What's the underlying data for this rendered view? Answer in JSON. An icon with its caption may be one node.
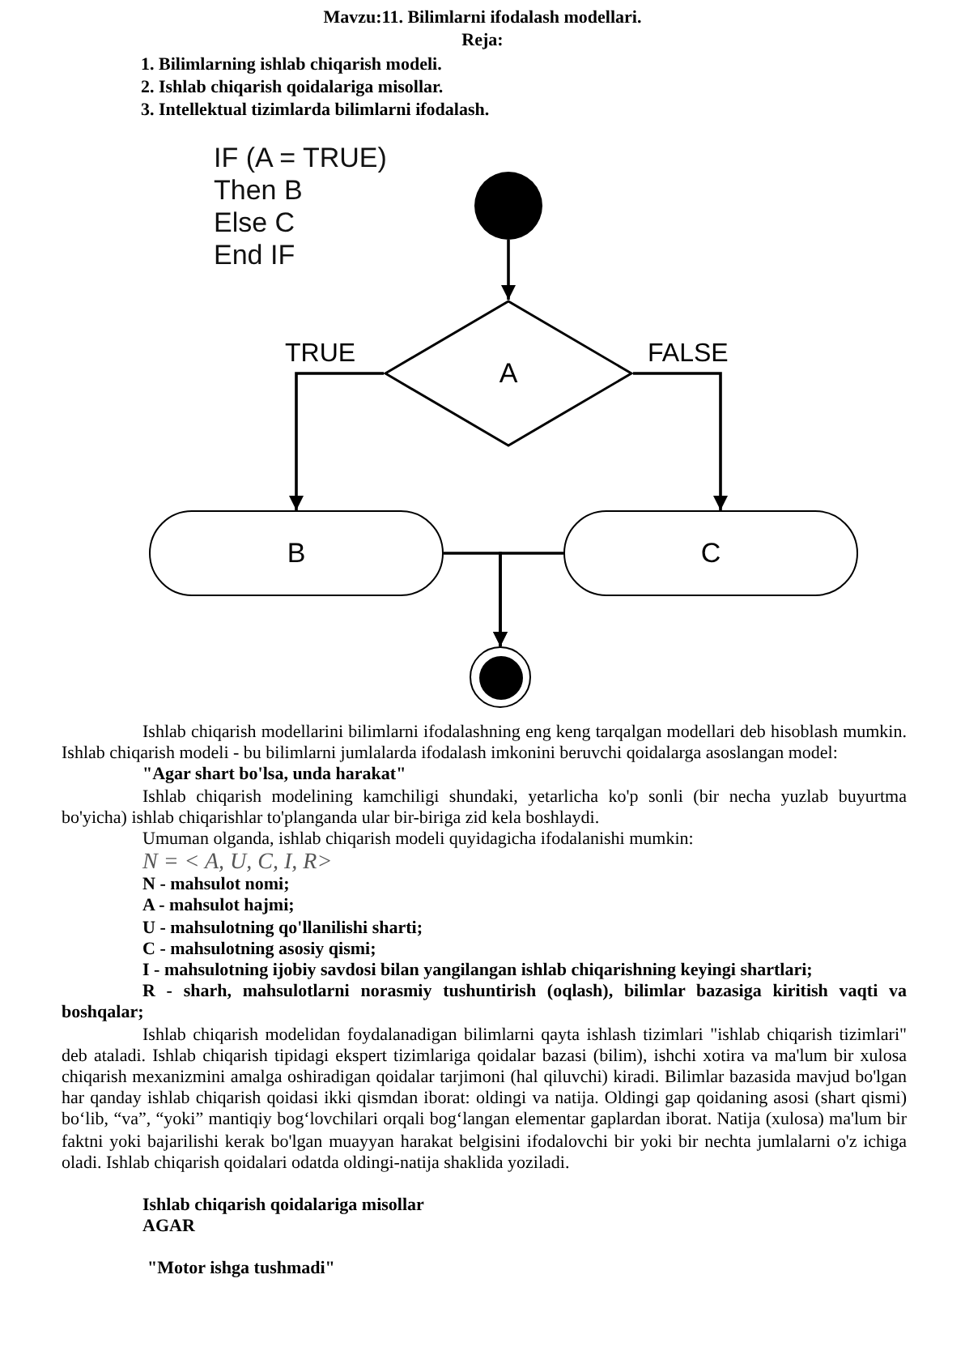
{
  "diagram": {
    "title": "Mavzu:11. Bilimlarni ifodalash modellari.",
    "nodes": [
      {
        "text": [],
        "shape": "circle"
      },
      {
        "text": [
          "A"
        ]
      },
      {
        "text": [
          "B"
        ]
      },
      {
        "text": [
          "C"
        ]
      },
      {
        "text": [],
        "shape": "circle"
      }
    ],
    "edges": [
      {
        "from": 0,
        "to": 1,
        "arrow": "to"
      },
      {
        "from": 1,
        "to": 2,
        "arrow": "to",
        "label": "TRUE"
      },
      {
        "from": 1,
        "to": 3,
        "arrow": "to",
        "label": "FALSE"
      },
      {
        "from": 2,
        "to": 4,
        "arrow": "to"
      },
      {
        "from": 3,
        "to": 4,
        "arrow": "to"
      }
    ],
    "labels": [
      "Reja:",
      "1. Bilimlarning ishlab chiqarish modeli.",
      "2. Ishlab chiqarish qoidalariga misollar.",
      "3. Intellektual tizimlarda bilimlarni ifodalash.",
      "IF (A = TRUE)",
      "Then B",
      "Else C",
      "End IF",
      "Ishlab chiqarish modellarini bilimlarni ifodalashning eng keng tarqalgan modellari deb hisoblash mumkin. Ishlab chiqarish modeli - bu bilimlarni jumlalarda ifodalash imkonini beruvchi qoidalarga asoslangan model:",
      "\"Agar shart bo'lsa, unda harakat\"",
      "Ishlab chiqarish modelining kamchiligi shundaki, yetarlicha ko'p sonli (bir necha yuzlab buyurtma bo'yicha) ishlab chiqarishlar to'planganda ular bir-biriga zid kela boshlaydi.",
      "Umuman olganda, ishlab chiqarish modeli quyidagicha ifodalanishi mumkin:",
      "N = < A, U, C, I, R>",
      "N - mahsulot nomi;",
      "A - mahsulot hajmi;",
      "U - mahsulotning qo'llanilishi sharti;",
      "C - mahsulotning asosiy qismi;",
      "I - mahsulotning ijobiy savdosi bilan yangilangan ishlab chiqarishning keyingi shartlari;",
      "R - sharh, mahsulotlarni norasmiy tushuntirish (oqlash), bilimlar bazasiga kiritish vaqti va boshqalar;",
      "Ishlab chiqarish modelidan foydalanadigan bilimlarni qayta ishlash tizimlari \"ishlab chiqarish tizimlari\" deb ataladi. Ishlab chiqarish tipidagi ekspert tizimlariga qoidalar bazasi (bilim), ishchi xotira va ma'lum bir xulosa chiqarish mexanizmini amalga oshiradigan qoidalar tarjimoni (hal qiluvchi) kiradi. Bilimlar bazasida mavjud bo'lgan har qanday ishlab chiqarish qoidasi ikki qismdan iborat: oldingi va natija. Oldingi gap qoidaning asosi (shart qismi) bo‘lib, “va”, “yoki” mantiqiy bog‘lovchilari orqali bog‘langan elementar gaplardan iborat. Natija (xulosa) ma'lum bir faktni yoki bajarilishi kerak bo'lgan muayyan harakat belgisini ifodalovchi bir yoki bir nechta jumlalarni o'z ichiga oladi. Ishlab chiqarish qoidalari odatda oldingi-natija shaklida yoziladi.",
      "Ishlab chiqarish qoidalariga misollar",
      "AGAR",
      "\"Motor ishga tushmadi\""
    ]
  }
}
